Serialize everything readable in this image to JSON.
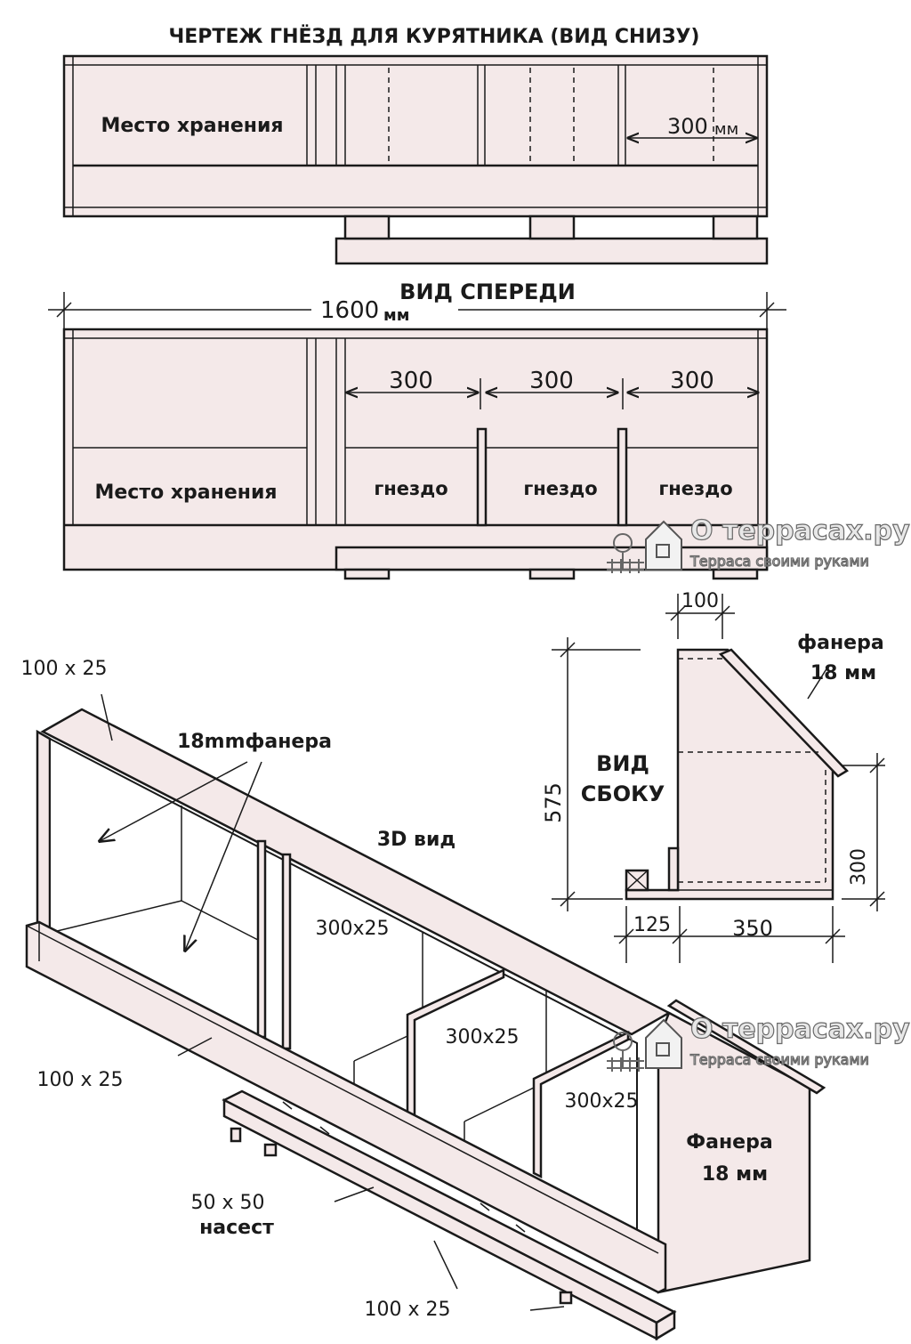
{
  "title": "ЧЕРТЕЖ ГНЁЗД ДЛЯ КУРЯТНИКА (ВИД СНИЗУ)",
  "bottom_view": {
    "storage_label": "Место хранения",
    "width_dim": "300",
    "width_unit": "мм"
  },
  "front_view": {
    "heading": "ВИД СПЕРЕДИ",
    "total_dim": "1600",
    "total_unit": "мм",
    "storage_label": "Место хранения",
    "nests": [
      {
        "dim": "300",
        "label": "гнездо"
      },
      {
        "dim": "300",
        "label": "гнездо"
      },
      {
        "dim": "300",
        "label": "гнездо"
      }
    ]
  },
  "watermark": {
    "site": "О террасах.ру",
    "tagline": "Терраса своими руками"
  },
  "side_view": {
    "heading_line1": "ВИД",
    "heading_line2": "СБОКУ",
    "plywood_line1": "фанера",
    "plywood_line2": "18 мм",
    "dim_top": "100",
    "dim_height": "575",
    "dim_front": "300",
    "dim_base_left": "125",
    "dim_base_right": "350"
  },
  "view_3d": {
    "heading": "3D вид",
    "board_top": "100 х 25",
    "plywood_18mm": "18mmфанера",
    "divider_1": "300x25",
    "divider_2": "300x25",
    "divider_3": "300x25",
    "board_front": "100 х 25",
    "perch_line1": "50 х 50",
    "perch_line2": "насест",
    "board_bottom": "100 х 25",
    "side_plywood_line1": "Фанера",
    "side_plywood_line2": "18 мм"
  }
}
